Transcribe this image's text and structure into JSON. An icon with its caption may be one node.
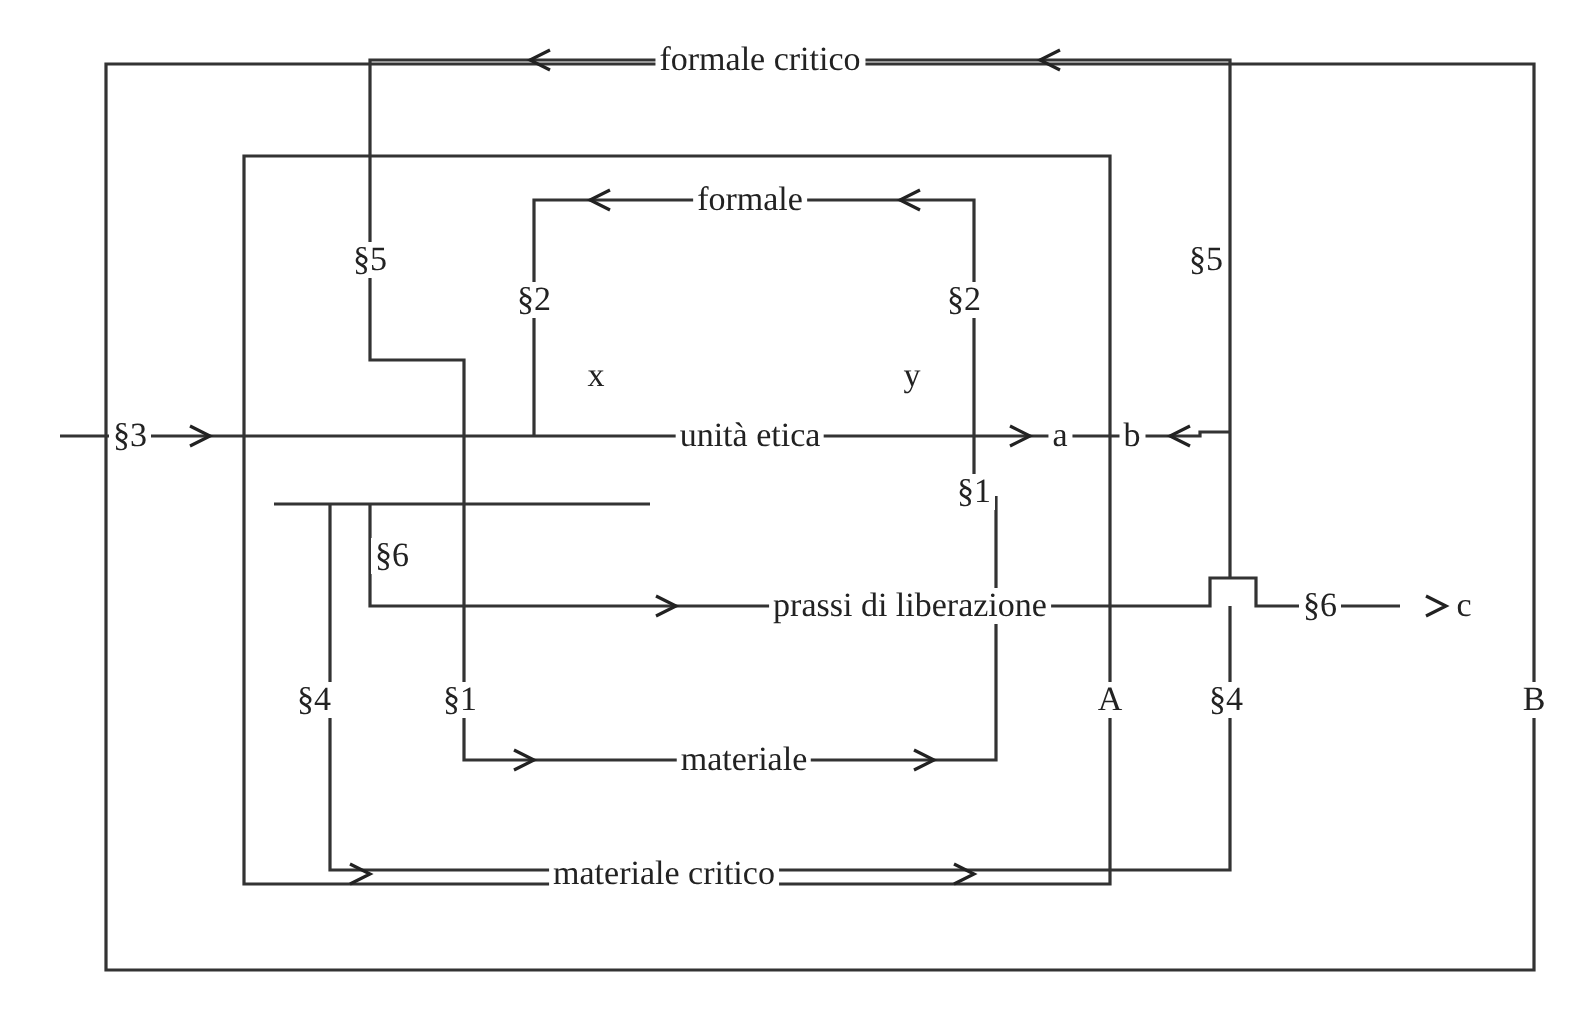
{
  "diagram": {
    "labels": [
      "formale critico",
      "formale",
      "§5",
      "§2",
      "§2",
      "§5",
      "x",
      "y",
      "§3",
      "unità etica",
      "a",
      "b",
      "§1",
      "§6",
      "prassi di liberazione",
      "§6",
      "c",
      "§4",
      "§1",
      "A",
      "§4",
      "B",
      "materiale",
      "materiale critico"
    ]
  }
}
